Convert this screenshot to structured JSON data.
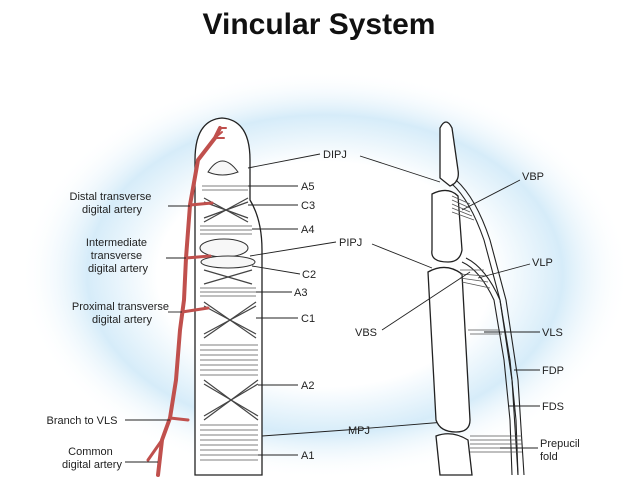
{
  "title": "Vincular System",
  "left_labels": {
    "distal_transverse": [
      "Distal transverse",
      "digital artery"
    ],
    "intermediate_transverse": [
      "Intermediate",
      "transverse",
      "digital artery"
    ],
    "proximal_transverse": [
      "Proximal transverse",
      "digital artery"
    ],
    "branch_to_vls": [
      "Branch to VLS"
    ],
    "common_digital": [
      "Common",
      "digital artery"
    ]
  },
  "center_labels": {
    "dipj": "DIPJ",
    "a5": "A5",
    "c3": "C3",
    "a4": "A4",
    "pipj": "PIPJ",
    "c2": "C2",
    "a3": "A3",
    "c1": "C1",
    "vbs": "VBS",
    "a2": "A2",
    "mpj": "MPJ",
    "a1": "A1"
  },
  "right_labels": {
    "vbp": "VBP",
    "vlp": "VLP",
    "vls": "VLS",
    "fdp": "FDP",
    "fds": "FDS",
    "prepucil": [
      "Prepucil",
      "fold"
    ]
  },
  "colors": {
    "background_glow": "#bfe0f5",
    "artery": "#c0504d",
    "line_art": "#222222"
  }
}
